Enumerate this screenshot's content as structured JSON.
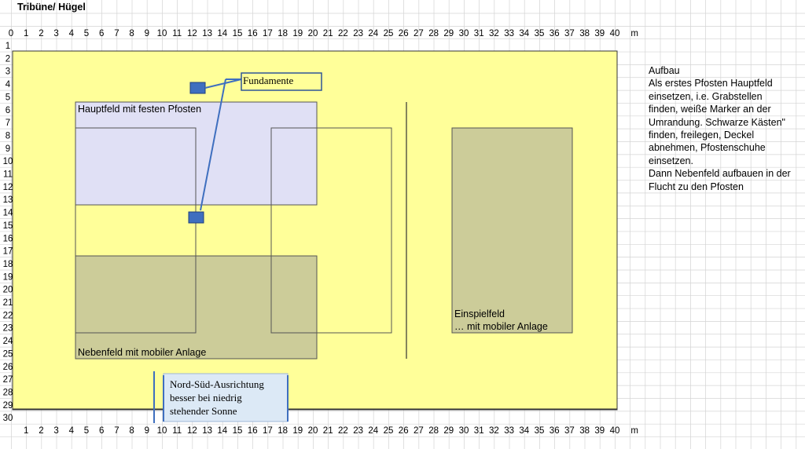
{
  "sheet_title": "Tribüne/ Hügel",
  "col_labels_top": [
    "0",
    "1",
    "2",
    "3",
    "4",
    "5",
    "6",
    "7",
    "8",
    "9",
    "10",
    "11",
    "12",
    "13",
    "14",
    "15",
    "16",
    "17",
    "18",
    "19",
    "20",
    "21",
    "22",
    "23",
    "24",
    "25",
    "26",
    "27",
    "28",
    "29",
    "30",
    "31",
    "32",
    "33",
    "34",
    "35",
    "36",
    "37",
    "38",
    "39",
    "40",
    "m"
  ],
  "col_labels_bottom": [
    "1",
    "2",
    "3",
    "4",
    "5",
    "6",
    "7",
    "8",
    "9",
    "10",
    "11",
    "12",
    "13",
    "14",
    "15",
    "16",
    "17",
    "18",
    "19",
    "20",
    "21",
    "22",
    "23",
    "24",
    "25",
    "26",
    "27",
    "28",
    "29",
    "30",
    "31",
    "32",
    "33",
    "34",
    "35",
    "36",
    "37",
    "38",
    "39",
    "40",
    "m"
  ],
  "row_labels": [
    "1",
    "2",
    "3",
    "4",
    "5",
    "6",
    "7",
    "8",
    "9",
    "10",
    "11",
    "12",
    "13",
    "14",
    "15",
    "16",
    "17",
    "18",
    "19",
    "20",
    "21",
    "22",
    "23",
    "24",
    "25",
    "26",
    "27",
    "28",
    "29",
    "30"
  ],
  "labels": {
    "fundamente": "Fundamente",
    "hauptfeld": "Hauptfeld mit festen Pfosten",
    "nebenfeld": "Nebenfeld mit mobiler Anlage",
    "einspielfeld_1": "Einspielfeld",
    "einspielfeld_2": "… mit mobiler Anlage",
    "ausrichtung_1": "Nord-Süd-Ausrichtung",
    "ausrichtung_2": "besser bei niedrig",
    "ausrichtung_3": "stehender Sonne"
  },
  "aufbau": [
    "Aufbau",
    "Als erstes Pfosten Hauptfeld",
    "einsetzen, i.e. Grabstellen",
    "finden, weiße Marker an der",
    "Umrandung. Schwarze Kästen\"",
    "finden, freilegen, Deckel",
    "abnehmen, Pfostenschuhe",
    "einsetzen.",
    "Dann Nebenfeld aufbauen in der",
    "Flucht zu den Pfosten"
  ],
  "colors": {
    "field": "#ffff99",
    "hauptfeld": "#e0e0f5",
    "nebenfeld": "#cccc99",
    "fundament": "#3f6fbf",
    "callout": "#dce9f6",
    "grid": "#d4d4d4"
  }
}
